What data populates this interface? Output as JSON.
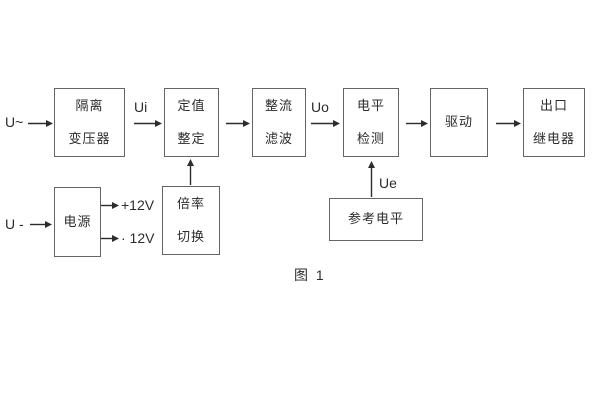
{
  "figure": {
    "caption": "图 1",
    "background": "#ffffff"
  },
  "colors": {
    "box_border": "#636467",
    "text": "#2c2c2e",
    "arrow_line": "#2c2c2e"
  },
  "blocks": [
    {
      "name": "isolation-transformer",
      "lines": [
        "隔离",
        "变压器"
      ]
    },
    {
      "name": "value-setting",
      "lines": [
        "定值",
        "整定"
      ]
    },
    {
      "name": "rectifier-filter",
      "lines": [
        "整流",
        "滤波"
      ]
    },
    {
      "name": "level-detector",
      "lines": [
        "电平",
        "检测"
      ]
    },
    {
      "name": "driver",
      "lines": [
        "驱动"
      ]
    },
    {
      "name": "output-relay",
      "lines": [
        "出口",
        "继电器"
      ]
    },
    {
      "name": "power-supply",
      "lines": [
        "电源"
      ]
    },
    {
      "name": "ratio-switch",
      "lines": [
        "倍率",
        "切换"
      ]
    },
    {
      "name": "reference-level",
      "lines": [
        "参考电平"
      ]
    }
  ],
  "signals": {
    "ac_input": "U~",
    "dc_input": "U -",
    "ui": "Ui",
    "uo": "Uo",
    "ue": "Ue",
    "rail_pos": "+12V",
    "rail_neg": "· 12V"
  }
}
